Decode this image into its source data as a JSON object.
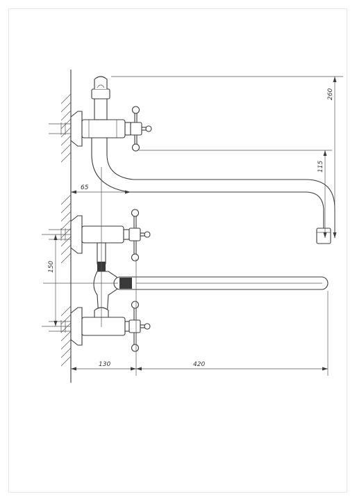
{
  "dimensions": {
    "top_height": "260",
    "spout_height": "115",
    "left_offset": "65",
    "wall_spacing": "150",
    "body_width": "130",
    "spout_length": "420"
  },
  "colors": {
    "line": "#3a3a3a",
    "background": "#ffffff"
  }
}
